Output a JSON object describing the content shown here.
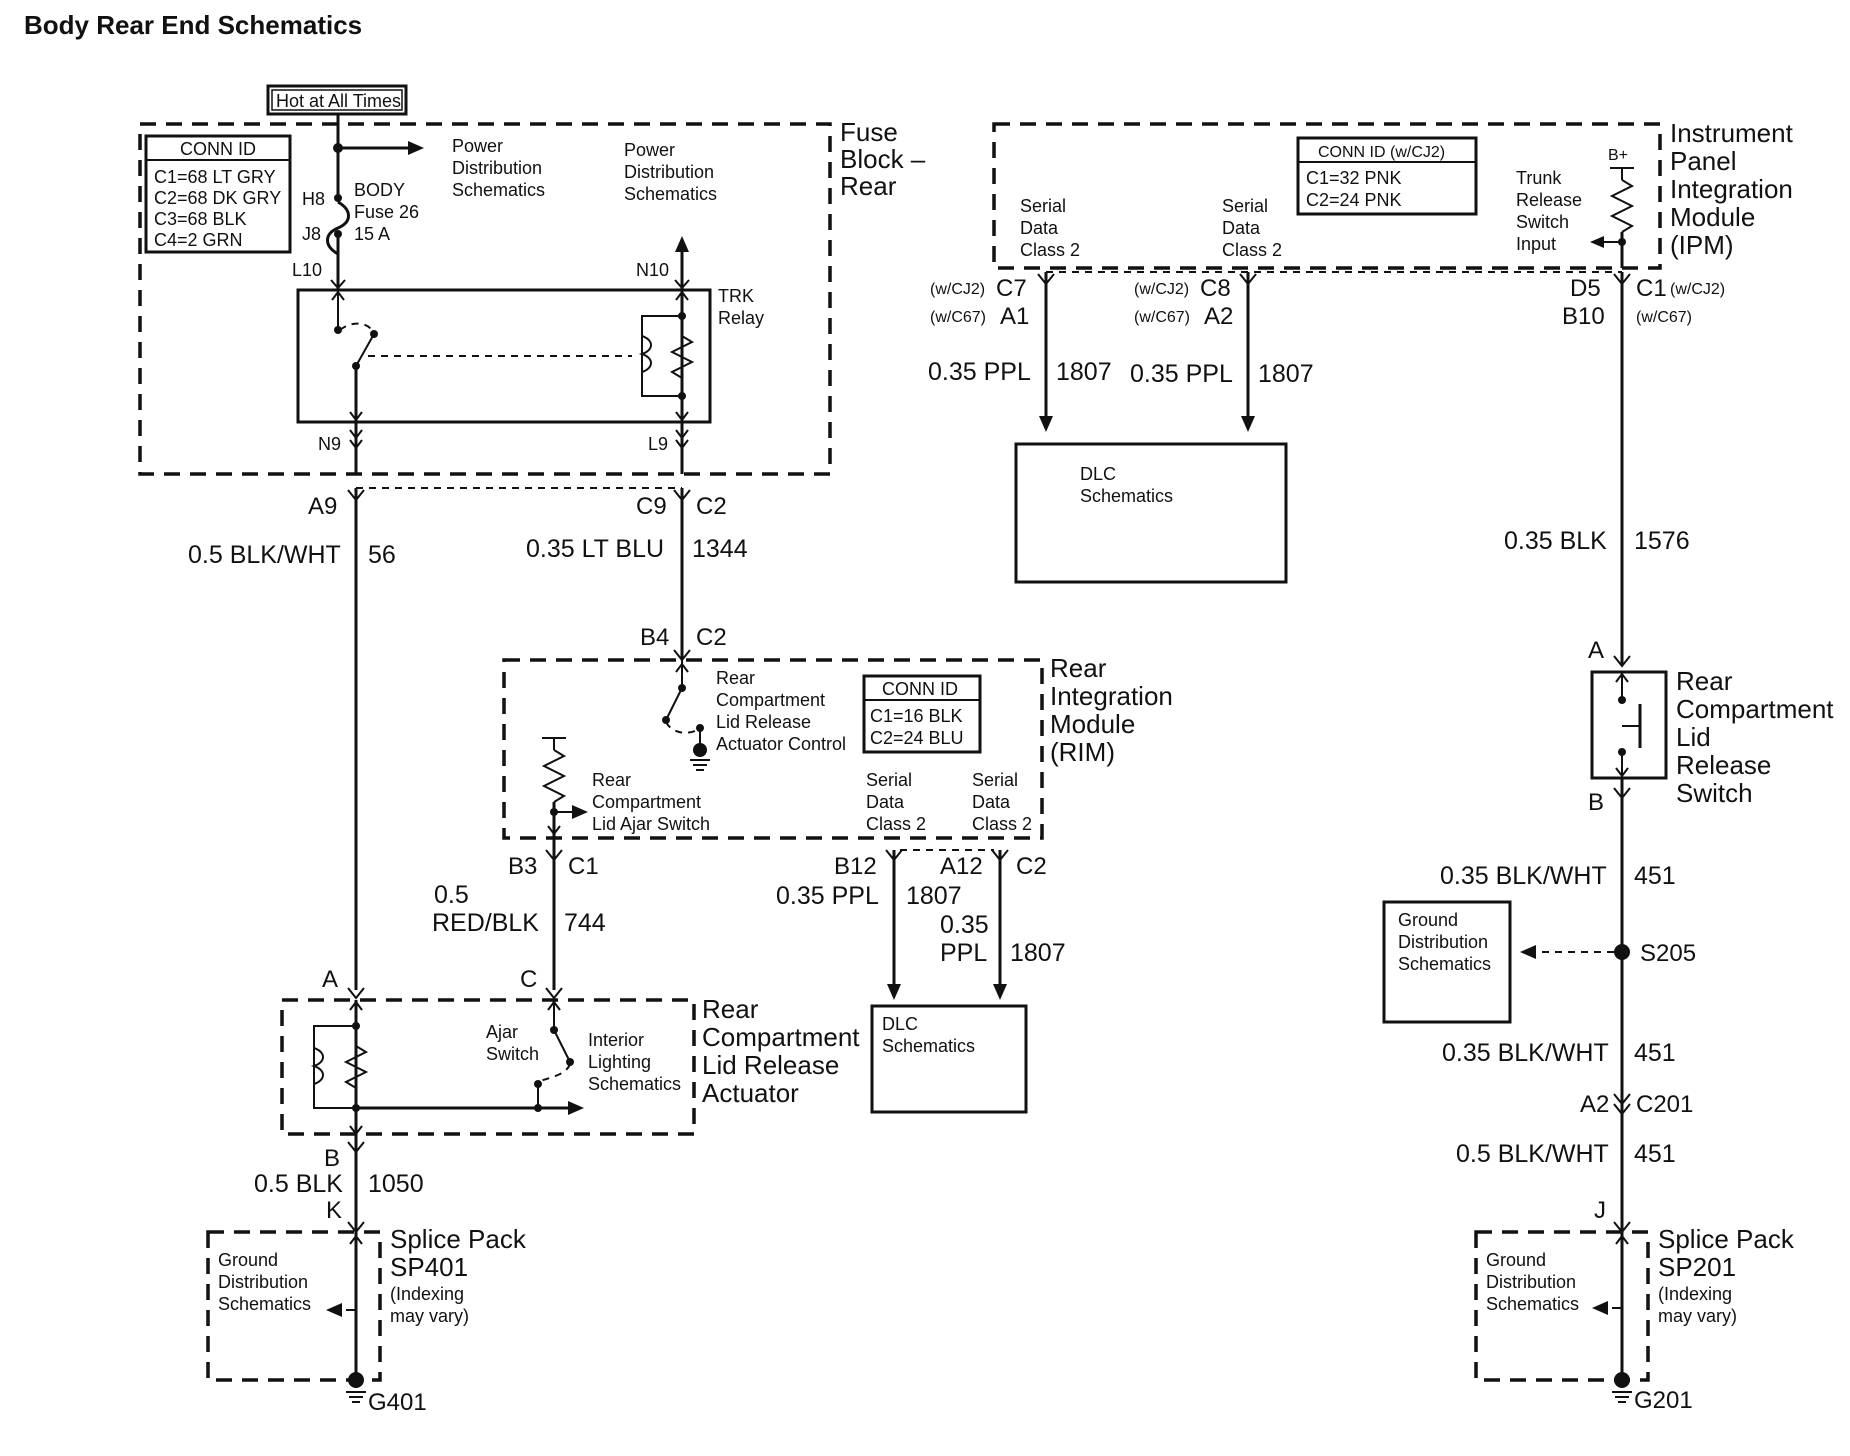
{
  "title": "Body Rear End Schematics",
  "top_label": "Hot at All Times",
  "fuse_block": {
    "name": "Fuse Block – Rear",
    "name_lines": [
      "Fuse",
      "Block –",
      "Rear"
    ],
    "conn_id": {
      "header": "CONN ID",
      "rows": [
        "C1=68 LT GRY",
        "C2=68 DK GRY",
        "C3=68 BLK",
        "C4=2 GRN"
      ]
    },
    "fuse_lines": [
      "BODY",
      "Fuse 26",
      "15 A"
    ],
    "pin_h8": "H8",
    "pin_j8": "J8",
    "pin_l10": "L10",
    "pin_n10": "N10",
    "pin_n9": "N9",
    "pin_l9": "L9",
    "power_dist_1": [
      "Power",
      "Distribution",
      "Schematics"
    ],
    "power_dist_2": [
      "Power",
      "Distribution",
      "Schematics"
    ],
    "relay_lines": [
      "TRK",
      "Relay"
    ]
  },
  "ipm": {
    "name_lines": [
      "Instrument",
      "Panel",
      "Integration",
      "Module",
      "(IPM)"
    ],
    "conn_id": {
      "header": "CONN ID (w/CJ2)",
      "rows": [
        "C1=32 PNK",
        "C2=24 PNK"
      ]
    },
    "serial_1": [
      "Serial",
      "Data",
      "Class 2"
    ],
    "serial_2": [
      "Serial",
      "Data",
      "Class 2"
    ],
    "trunk_lines": [
      "Trunk",
      "Release",
      "Switch",
      "Input"
    ],
    "bplus": "B+",
    "pin_c7": "C7",
    "pin_a1": "A1",
    "pin_c8": "C8",
    "pin_a2": "A2",
    "opt_cj2": "(w/CJ2)",
    "opt_c67": "(w/C67)",
    "pin_d5": "D5",
    "pin_c1": "C1",
    "pin_b10": "B10"
  },
  "dlc_top": {
    "lines": [
      "DLC",
      "Schematics"
    ]
  },
  "dlc_bottom": {
    "lines": [
      "DLC",
      "Schematics"
    ]
  },
  "rim": {
    "name_lines": [
      "Rear",
      "Integration",
      "Module",
      "(RIM)"
    ],
    "conn_id": {
      "header": "CONN ID",
      "rows": [
        "C1=16 BLK",
        "C2=24 BLU"
      ]
    },
    "actuator_ctrl": [
      "Rear",
      "Compartment",
      "Lid Release",
      "Actuator Control"
    ],
    "ajar_switch": [
      "Rear",
      "Compartment",
      "Lid Ajar Switch"
    ],
    "serial_1": [
      "Serial",
      "Data",
      "Class 2"
    ],
    "serial_2": [
      "Serial",
      "Data",
      "Class 2"
    ],
    "pin_b4": "B4",
    "pin_c2": "C2",
    "pin_b3": "B3",
    "pin_c1": "C1",
    "pin_b12": "B12",
    "pin_a12": "A12"
  },
  "actuator": {
    "name_lines": [
      "Rear",
      "Compartment",
      "Lid Release",
      "Actuator"
    ],
    "ajar": [
      "Ajar",
      "Switch"
    ],
    "interior": [
      "Interior",
      "Lighting",
      "Schematics"
    ],
    "pin_a": "A",
    "pin_c": "C",
    "pin_b": "B"
  },
  "lid_switch": {
    "name_lines": [
      "Rear",
      "Compartment",
      "Lid",
      "Release",
      "Switch"
    ],
    "pin_a": "A",
    "pin_b": "B"
  },
  "splice_401": {
    "name_lines": [
      "Splice Pack",
      "SP401",
      "(Indexing",
      "may vary)"
    ],
    "ground_dist": [
      "Ground",
      "Distribution",
      "Schematics"
    ],
    "pin_k": "K",
    "ground": "G401"
  },
  "splice_201": {
    "name_lines": [
      "Splice Pack",
      "SP201",
      "(Indexing",
      "may vary)"
    ],
    "ground_dist": [
      "Ground",
      "Distribution",
      "Schematics"
    ],
    "pin_j": "J",
    "ground": "G201"
  },
  "ground_dist_s205": {
    "lines": [
      "Ground",
      "Distribution",
      "Schematics"
    ],
    "splice": "S205"
  },
  "connectors": {
    "a9": "A9",
    "c9": "C9",
    "c2": "C2",
    "a2": "A2",
    "c201": "C201"
  },
  "wires": {
    "w56": {
      "gauge": "0.5 BLK/WHT",
      "circuit": "56"
    },
    "w1344": {
      "gauge": "0.35 LT BLU",
      "circuit": "1344"
    },
    "w1807a": {
      "gauge": "0.35 PPL",
      "circuit": "1807"
    },
    "w1807b": {
      "gauge": "0.35 PPL",
      "circuit": "1807"
    },
    "w1576": {
      "gauge": "0.35 BLK",
      "circuit": "1576"
    },
    "w744": {
      "gauge_lines": [
        "0.5",
        "RED/BLK"
      ],
      "circuit": "744"
    },
    "w1807c": {
      "gauge": "0.35 PPL",
      "circuit": "1807"
    },
    "w1807d": {
      "gauge_lines": [
        "0.35",
        "PPL"
      ],
      "circuit": "1807"
    },
    "w451a": {
      "gauge": "0.35 BLK/WHT",
      "circuit": "451"
    },
    "w451b": {
      "gauge": "0.35 BLK/WHT",
      "circuit": "451"
    },
    "w451c": {
      "gauge": "0.5 BLK/WHT",
      "circuit": "451"
    },
    "w1050": {
      "gauge": "0.5 BLK",
      "circuit": "1050"
    }
  }
}
